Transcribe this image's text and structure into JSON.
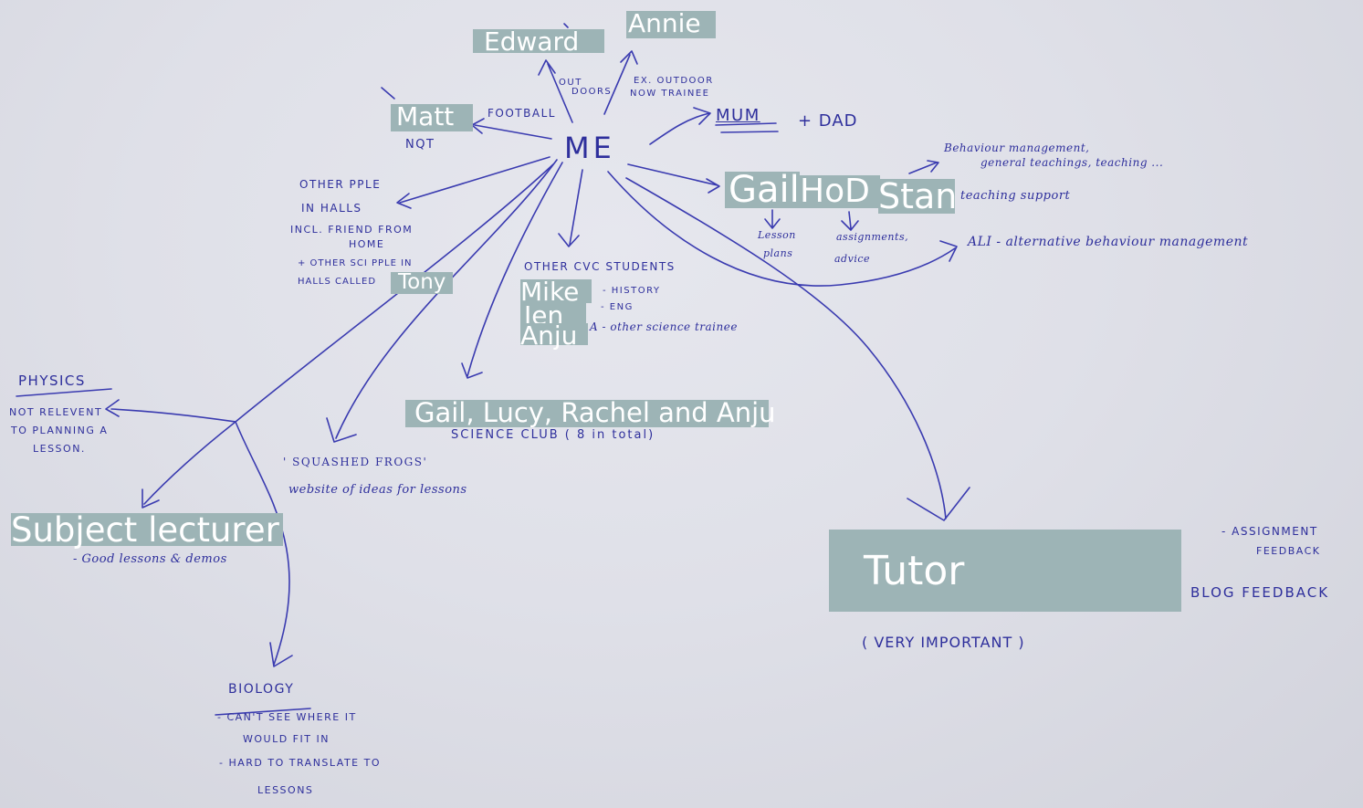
{
  "labels": {
    "annie": "Annie",
    "edward": "Edward",
    "matt": "Matt",
    "gail": "Gail",
    "hod": "HoD",
    "stan": "Stan",
    "tony": "Tony",
    "mike": "Mike",
    "jen": "Jen",
    "anju": "Anju",
    "club": "Gail, Lucy, Rachel and Anju",
    "subject_lecturer": "Subject lecturer",
    "tutor": "Tutor"
  },
  "handwriting": {
    "me": "ME",
    "outdoors_line1": "OUT",
    "outdoors_line2": "DOORS",
    "annie_note_line1": "EX. OUTDOOR",
    "annie_note_line2": "NOW TRAINEE",
    "football": "FOOTBALL",
    "nqt": "NQT",
    "mum": "MUM",
    "dad": "+ DAD",
    "other_halls_line1": "OTHER PPLE",
    "other_halls_line2": "IN HALLS",
    "other_halls_line3": "INCL. FRIEND FROM",
    "other_halls_line4": "HOME",
    "other_halls_line5": "+ OTHER SCI PPLE IN",
    "other_halls_line6": "HALLS CALLED",
    "other_cvc": "OTHER CVC STUDENTS",
    "history": "- HISTORY",
    "eng": "- ENG",
    "other_science": "A - other science trainee",
    "science_club": "SCIENCE CLUB ( 8 in total)",
    "gail_note_line1": "Lesson",
    "gail_note_line2": "plans",
    "hod_note_line1": "assignments,",
    "hod_note_line2": "advice",
    "stan_note_line1": "Behaviour management,",
    "stan_note_line2": "general teachings, teaching ...",
    "teaching_support": "teaching support",
    "ali": "ALI - alternative behaviour management",
    "physics_title": "PHYSICS",
    "physics_line1": "NOT RELEVENT",
    "physics_line2": "TO PLANNING A",
    "physics_line3": "LESSON.",
    "frogs_line1": "' SQUASHED FROGS'",
    "frogs_line2": "website of ideas for lessons",
    "lecturer_note": "- Good lessons & demos",
    "assignment_line1": "- ASSIGNMENT",
    "assignment_line2": "FEEDBACK",
    "blog_feedback": "BLOG FEEDBACK",
    "tutor_note": "( VERY IMPORTANT )",
    "biology_title": "BIOLOGY",
    "biology_line1": "- CAN'T SEE WHERE IT",
    "biology_line2": "WOULD FIT IN",
    "biology_line3": "- HARD TO TRANSLATE TO",
    "biology_line4": "LESSONS"
  },
  "colors": {
    "paper": "#dfe0e8",
    "ink": "#2e2f9c",
    "label_box": "#9db4b6",
    "label_text": "#ffffff"
  }
}
